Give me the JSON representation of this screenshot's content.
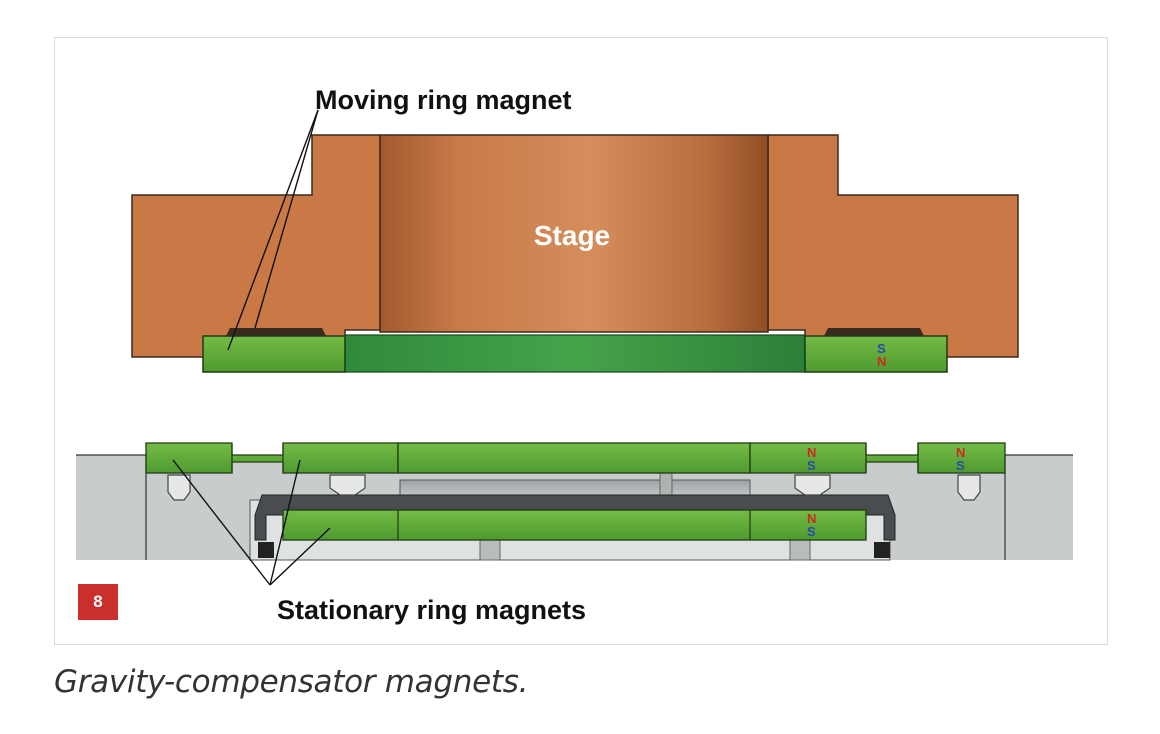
{
  "figure": {
    "number": "8",
    "labels": {
      "moving": "Moving ring magnet",
      "stage": "Stage",
      "stationary": "Stationary ring magnets"
    },
    "poles": {
      "north": "N",
      "south": "S"
    },
    "colors": {
      "stage": "#c97846",
      "magnet": "#6db23f",
      "housing": "#c9cccc",
      "badge": "#c9302c"
    }
  },
  "caption": "Gravity-compensator magnets."
}
